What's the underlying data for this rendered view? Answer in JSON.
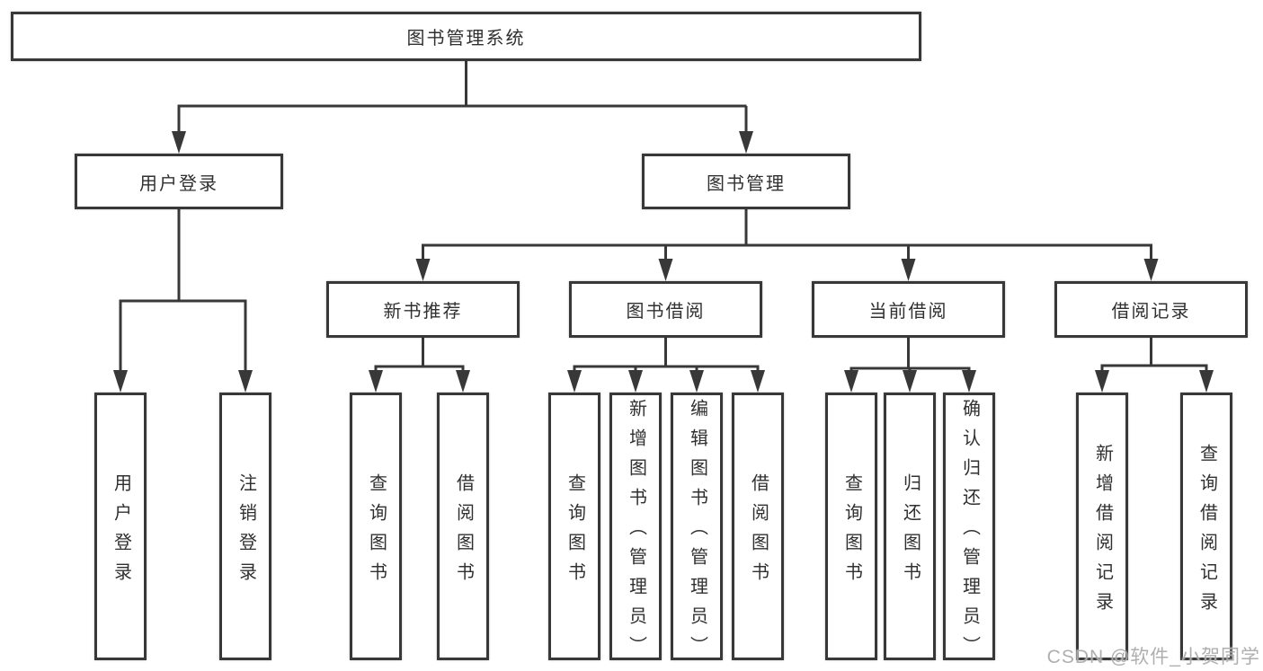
{
  "diagram_title": "图书管理系统",
  "nodes": {
    "root": "图书管理系统",
    "user_login": "用户登录",
    "book_mgmt": "图书管理",
    "new_book_rec": "新书推荐",
    "book_borrow": "图书借阅",
    "current_borrow": "当前借阅",
    "borrow_records": "借阅记录",
    "leaf_user_login": "用户登录",
    "leaf_logout": "注销登录",
    "leaf_query_book_rec": "查询图书",
    "leaf_borrow_book_rec": "借阅图书",
    "leaf_query_book_borrow": "查询图书",
    "leaf_add_book_admin": "新增图书（管理员）",
    "leaf_edit_book_admin": "编辑图书（管理员）",
    "leaf_borrow_book_borrow": "借阅图书",
    "leaf_query_book_current": "查询图书",
    "leaf_return_book": "归还图书",
    "leaf_confirm_return_admin": "确认归还（管理员）",
    "leaf_add_borrow_record": "新增借阅记录",
    "leaf_query_borrow_record": "查询借阅记录"
  },
  "hierarchy": {
    "图书管理系统": {
      "用户登录": [
        "用户登录",
        "注销登录"
      ],
      "图书管理": {
        "新书推荐": [
          "查询图书",
          "借阅图书"
        ],
        "图书借阅": [
          "查询图书",
          "新增图书（管理员）",
          "编辑图书（管理员）",
          "借阅图书"
        ],
        "当前借阅": [
          "查询图书",
          "归还图书",
          "确认归还（管理员）"
        ],
        "借阅记录": [
          "新增借阅记录",
          "查询借阅记录"
        ]
      }
    }
  },
  "colors": {
    "line": "#383838",
    "text": "#303030",
    "background": "#ffffff",
    "watermark": "#a8a8a8"
  },
  "watermark": "CSDN @软件_小贺同学"
}
